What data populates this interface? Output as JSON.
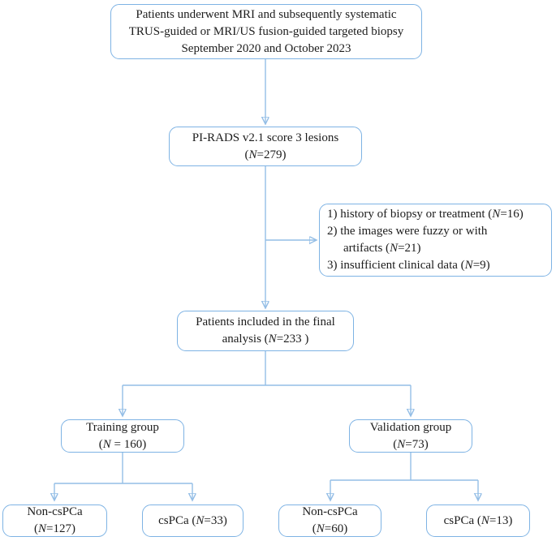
{
  "figure": {
    "type": "patient-flowchart",
    "boxes": {
      "initial": {
        "lines": [
          "Patients underwent MRI and subsequently systematic",
          "TRUS-guided or MRI/US fusion-guided targeted biopsy",
          "September 2020 and October 2023"
        ]
      },
      "pirads": {
        "lines": [
          "PI-RADS v2.1 score 3 lesions",
          "(N=279)"
        ]
      },
      "exclusion": {
        "lines": [
          "1) history of biopsy or treatment (N=16)",
          "2) the images were fuzzy or with",
          "artifacts (N=21)",
          "3) insufficient clinical data (N=9)"
        ]
      },
      "final": {
        "lines": [
          "Patients included in the final",
          "analysis (N=233 )"
        ]
      },
      "training": {
        "lines": [
          "Training group",
          "(N = 160)"
        ]
      },
      "validation": {
        "lines": [
          "Validation group",
          "(N=73)"
        ]
      },
      "training_non_cspca": {
        "lines": [
          "Non-csPCa",
          "(N=127)"
        ]
      },
      "training_cspca": {
        "lines": [
          "csPCa (N=33)"
        ]
      },
      "validation_non_cspca": {
        "lines": [
          "Non-csPCa",
          "(N=60)"
        ]
      },
      "validation_cspca": {
        "lines": [
          "csPCa (N=13)"
        ]
      }
    },
    "counts": {
      "pirads3_lesions": 279,
      "excluded_history_biopsy_or_treatment": 16,
      "excluded_fuzzy_images_or_artifacts": 21,
      "excluded_insufficient_clinical_data": 9,
      "final_analysis": 233,
      "training_group": 160,
      "validation_group": 73,
      "training_non_cspca": 127,
      "training_cspca": 33,
      "validation_non_cspca": 60,
      "validation_cspca": 13
    },
    "colors": {
      "box_border": "#7eb3e4",
      "connector_line": "#94bee6",
      "arrowhead": "#1c6fc2",
      "text": "#1c1c1c",
      "background": "#ffffff"
    }
  }
}
